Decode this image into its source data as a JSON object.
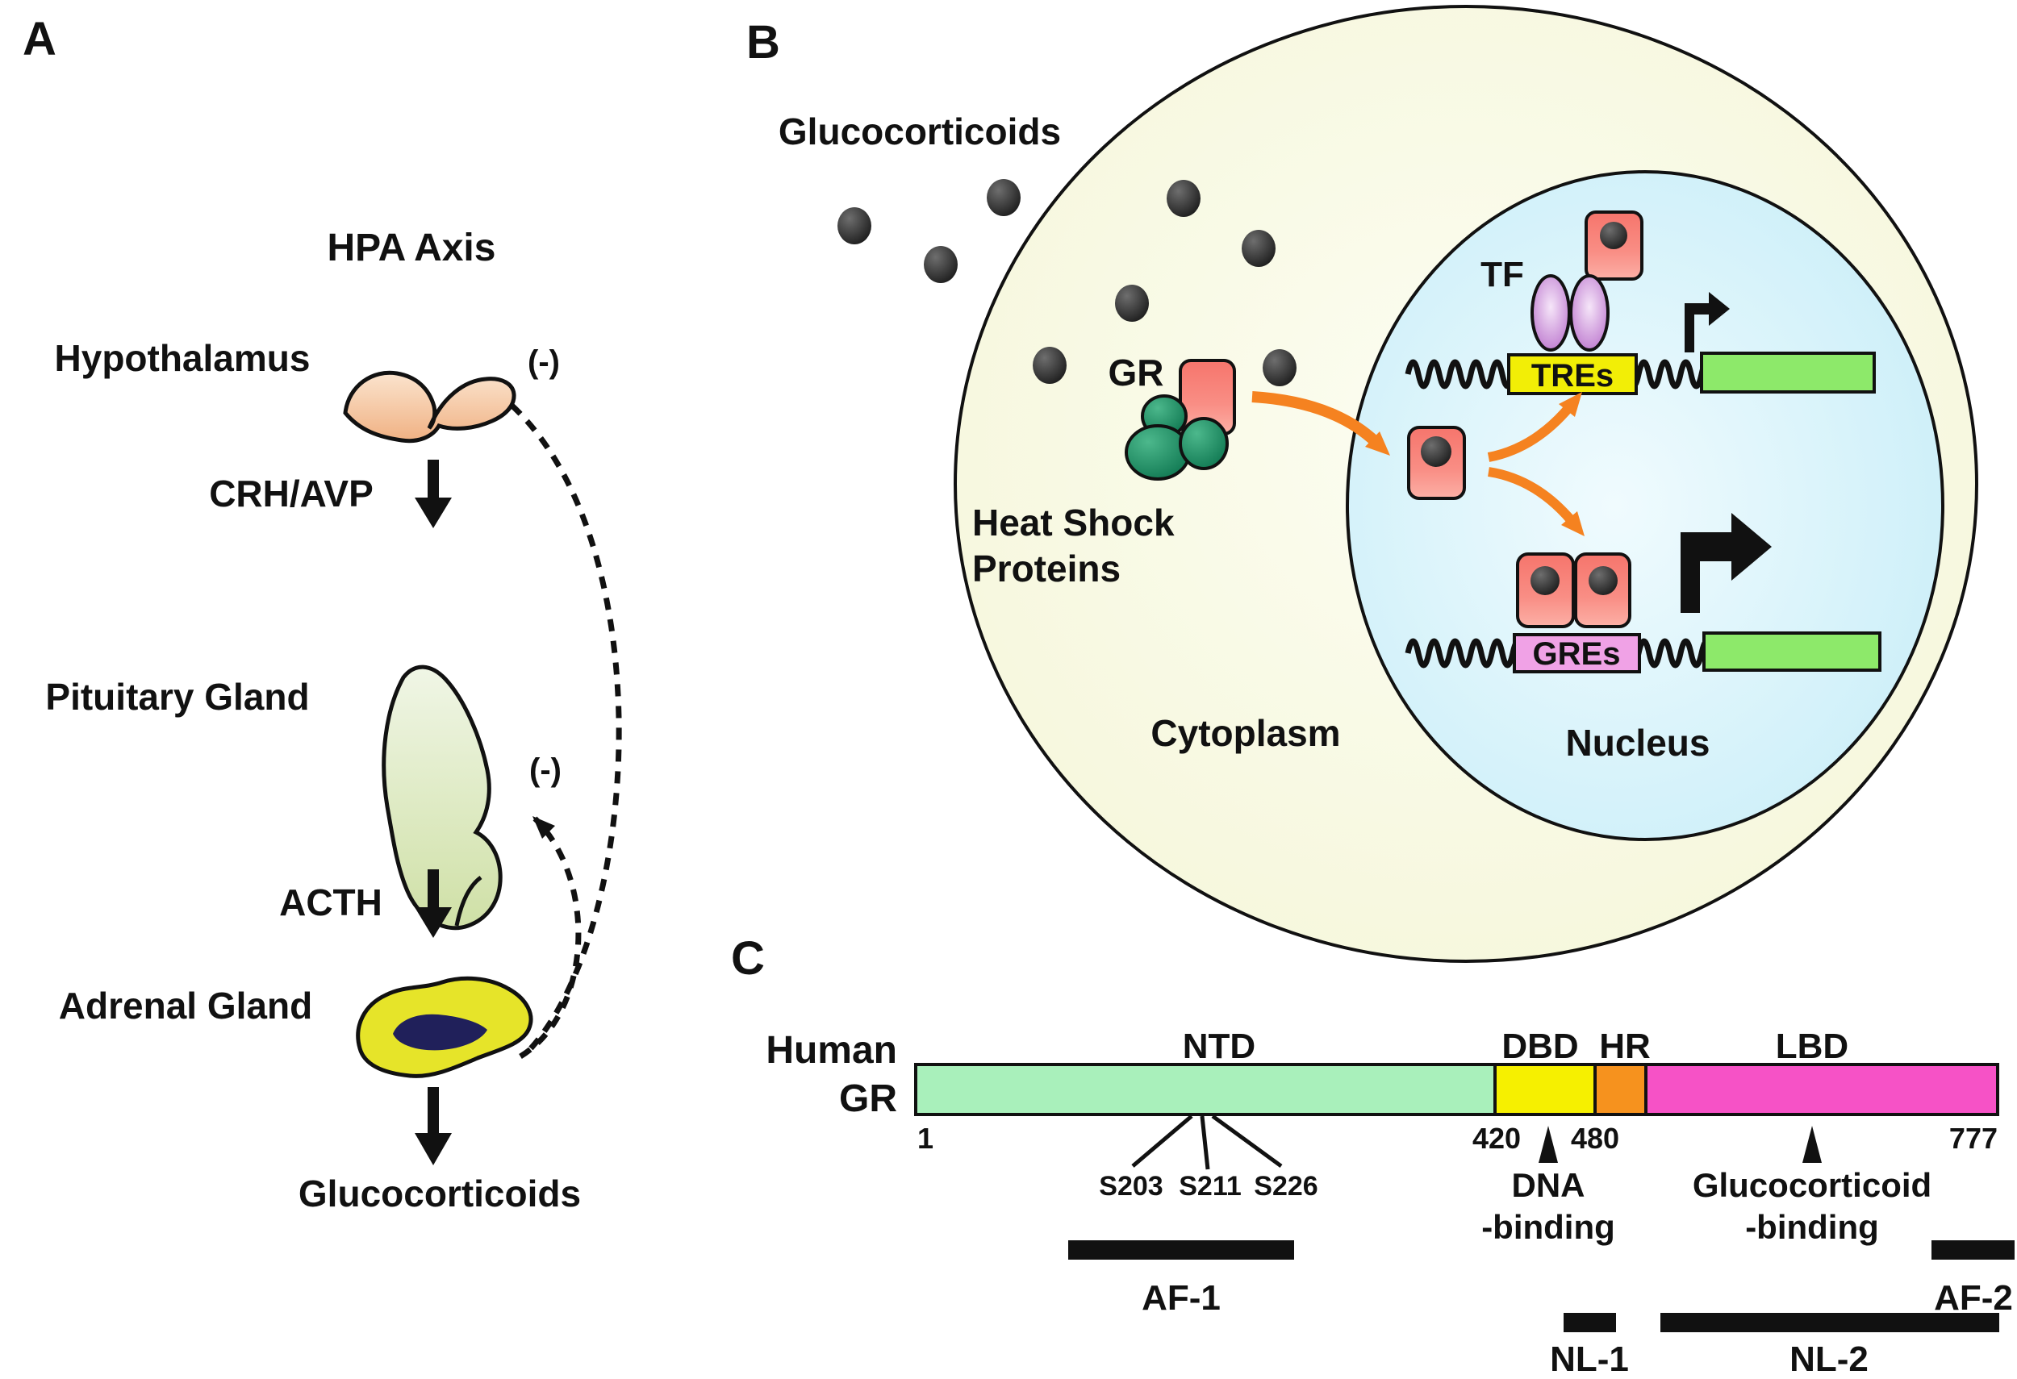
{
  "figure": {
    "panel_a": {
      "label": "A",
      "title": "HPA Axis",
      "nodes": {
        "hypothalamus": "Hypothalamus",
        "pituitary": "Pituitary Gland",
        "adrenal": "Adrenal Gland",
        "output": "Glucocorticoids"
      },
      "hormones": {
        "crh_avp": "CRH/AVP",
        "acth": "ACTH"
      },
      "negative_feedback": {
        "to_hypothalamus": "(-)",
        "to_pituitary": "(-)"
      }
    },
    "panel_b": {
      "label": "B",
      "ligand": "Glucocorticoids",
      "receptor": "GR",
      "chaperone_line1": "Heat Shock",
      "chaperone_line2": "Proteins",
      "transcription_factor": "TF",
      "response_elements": {
        "tres": "TREs",
        "gres": "GREs"
      },
      "compartments": {
        "cytoplasm": "Cytoplasm",
        "nucleus": "Nucleus"
      }
    },
    "panel_c": {
      "label": "C",
      "protein_line1": "Human",
      "protein_line2": "GR",
      "domains": [
        {
          "name": "NTD",
          "start": 1,
          "end": 420
        },
        {
          "name": "DBD",
          "start": 420,
          "end": 480
        },
        {
          "name": "HR",
          "start": 480,
          "end": 500
        },
        {
          "name": "LBD",
          "start": 500,
          "end": 777
        }
      ],
      "residue_labels": {
        "start": "1",
        "p420": "420",
        "p480": "480",
        "end": "777"
      },
      "phospho_sites": [
        "S203",
        "S211",
        "S226"
      ],
      "functions": {
        "dna_line1": "DNA",
        "dna_line2": "-binding",
        "gc_line1": "Glucocorticoid",
        "gc_line2": "-binding"
      },
      "regions": {
        "af1": "AF-1",
        "af2": "AF-2",
        "nl1": "NL-1",
        "nl2": "NL-2"
      }
    },
    "colors": {
      "ntd": "#A9F0BB",
      "dbd": "#F6F000",
      "hr": "#F6921E",
      "lbd": "#F652C6",
      "tres": "#F2EE06",
      "gres": "#F0A2E6",
      "gene": "#8DE96A",
      "gr_pink": "#F8847B",
      "hsp_green": "#1B8A60",
      "tf_purple": "#C887D8",
      "orange": "#F58220",
      "cell": "#F8F9E2",
      "nucleus": "#D9F3FA",
      "hypothalamus": "#F4C39E",
      "pituitary": "#D8E5B8",
      "adrenal_yellow": "#E6E429",
      "adrenal_core": "#20205A",
      "ligand_dot": "#333333"
    }
  }
}
